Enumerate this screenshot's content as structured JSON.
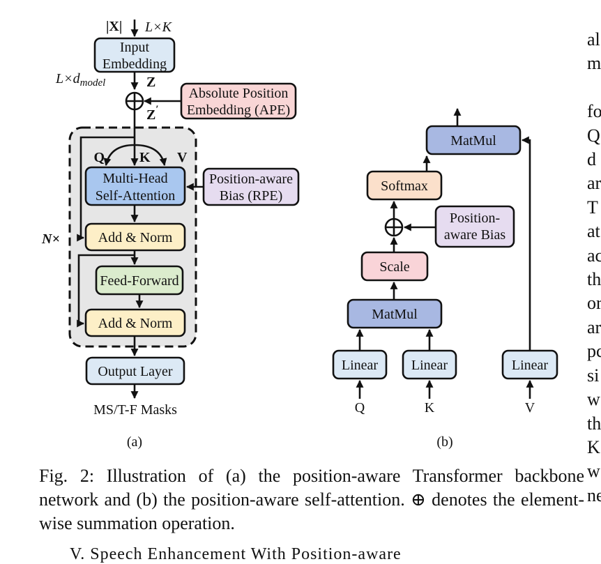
{
  "colors": {
    "input_embedding": "#dce9f5",
    "ape": "#f9d6d6",
    "mhsa": "#a9c7ef",
    "rpe": "#e6dcf0",
    "add_norm": "#fdefc7",
    "feed_forward": "#dbeccd",
    "output_layer": "#dce9f5",
    "block_bg": "#e6e6e6",
    "matmul": "#a8b8e2",
    "softmax": "#fbe0cb",
    "scale": "#f9d4d8",
    "linear": "#dce9f5"
  },
  "diagram_a": {
    "input_x": "|X|",
    "input_dim": "L×K",
    "input_embedding_line1": "Input",
    "input_embedding_line2": "Embedding",
    "model_dim": "L×d",
    "model_dim_sub": "model",
    "z": "Z",
    "z_prime": "Z",
    "prime": "′",
    "ape_line1": "Absolute Position",
    "ape_line2": "Embedding (APE)",
    "q": "Q",
    "k": "K",
    "v": "V",
    "mhsa_line1": "Multi-Head",
    "mhsa_line2": "Self-Attention",
    "rpe_line1": "Position-aware",
    "rpe_line2": "Bias (RPE)",
    "n_times": "N×",
    "add_norm_1": "Add & Norm",
    "feed_forward": "Feed-Forward",
    "add_norm_2": "Add & Norm",
    "output_layer": "Output Layer",
    "output": "MS/T-F Masks",
    "label": "(a)"
  },
  "diagram_b": {
    "matmul_top": "MatMul",
    "softmax": "Softmax",
    "bias_line1": "Position-",
    "bias_line2": "aware Bias",
    "scale": "Scale",
    "matmul_bottom": "MatMul",
    "linear_q": "Linear",
    "linear_k": "Linear",
    "linear_v": "Linear",
    "q": "Q",
    "k": "K",
    "v": "V",
    "label": "(b)"
  },
  "caption": {
    "text": "Fig. 2: Illustration of (a) the position-aware Transformer backbone network and (b) the position-aware self-attention. ⊕ denotes the element-wise summation operation."
  },
  "section_heading": "V.  Speech Enhancement With Position-aware",
  "right_column_fragments": [
    "al",
    "m",
    "",
    "fo",
    "Q",
    "d",
    "ar",
    "T",
    "at",
    "ac",
    "th",
    "or",
    "ar",
    "pc",
    "si",
    "w",
    "th",
    "K",
    "w",
    "ne"
  ]
}
